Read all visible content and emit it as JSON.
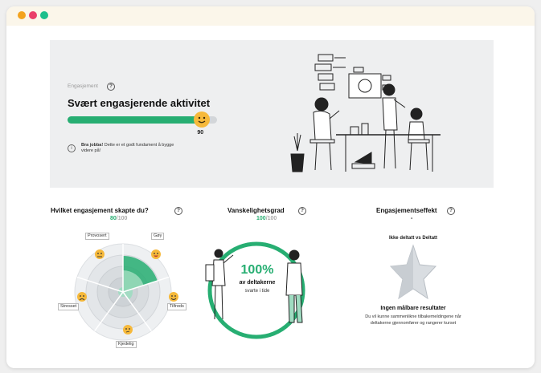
{
  "colors": {
    "brand_green": "#27ae72",
    "emoji_yellow": "#f6b93b",
    "hero_bg": "#eeeff0",
    "window_dot_colors": [
      "#f3a31e",
      "#ea3e6a",
      "#1cbf8c"
    ]
  },
  "hero": {
    "label": "Engasjement",
    "title": "Svært engasjerende aktivitet",
    "progress_value": 90,
    "progress_max": 100,
    "progress_value_label": "90",
    "info_bold": "Bra jobba!",
    "info_text": "Dette er et godt fundament å bygge videre på!"
  },
  "engagement_type": {
    "title": "Hvilket engasjement skapte du?",
    "score": "80",
    "max": "/100",
    "labels": {
      "provosert": "Provosert",
      "goy": "Gøy",
      "stresset": "Stresset",
      "tilfreds": "Tilfreds",
      "kjedelig": "Kjedelig"
    },
    "segment_levels": {
      "goy": 0.75,
      "tilfreds": 0.2,
      "kjedelig": 0.1,
      "stresset": 0.1,
      "provosert": 0.1
    }
  },
  "difficulty": {
    "title": "Vanskelighetsgrad",
    "score": "100",
    "max": "/100",
    "percent": "100%",
    "line1": "av deltakerne",
    "line2": "svarte i tide"
  },
  "effect": {
    "title": "Engasjementseffekt",
    "value": "-",
    "compare_a": "Ikke deltatt",
    "compare_vs": "vs",
    "compare_b": "Deltatt",
    "result_title": "Ingen målbare resultater",
    "result_line1": "Du vil kunne sammenlikne tilbakemeldingene når",
    "result_line2": "deltakerne gjennomfører og rangerer kurset"
  }
}
